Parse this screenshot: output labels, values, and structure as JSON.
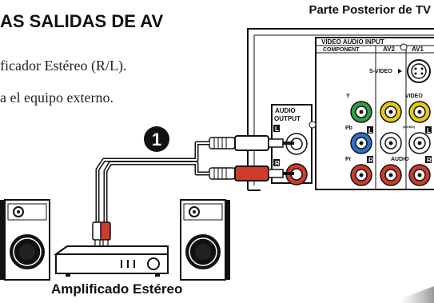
{
  "instructions": {
    "heading": "AS SALIDAS DE AV",
    "line1": "ficador Estéreo (R/L).",
    "line2": "a el equipo externo."
  },
  "tv": {
    "label": "Parte Posterior de TV",
    "header_video_audio_input": "VIDEO AUDIO INPUT",
    "header_component": "COMPONENT",
    "header_av2": "AV2",
    "header_av1": "AV1",
    "svideo_label": "S-VIDEO",
    "video_label": "VIDEO",
    "audio_label": "AUDIO",
    "mono_label": "(MONO)",
    "y_label": "Y",
    "pb_label": "Pb",
    "pr_label": "Pr",
    "l_label": "L",
    "r_label": "R",
    "audio_output_label_1": "AUDIO",
    "audio_output_label_2": "OUTPUT",
    "output_l": "L",
    "output_r": "R"
  },
  "step": {
    "number": "1"
  },
  "amplifier": {
    "label": "Amplificado Estéreo"
  },
  "colors": {
    "green_jack": "#2ea043",
    "blue_jack": "#2f6fd0",
    "red_jack": "#d13a2a",
    "yellow_jack": "#e6c914",
    "white_jack": "#ffffff",
    "cable_red": "#cf3b2b"
  }
}
